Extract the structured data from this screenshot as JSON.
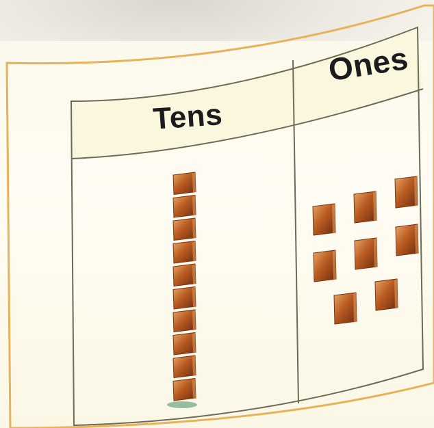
{
  "chart": {
    "tens_header": "Tens",
    "ones_header": "Ones"
  },
  "blocks": {
    "tens_rods": 1,
    "units_per_rod": 10,
    "ones_units": 8
  },
  "colors": {
    "block_dark": "#7a3413",
    "block_mid": "#b85a22",
    "block_light": "#e09a58",
    "frame_border": "#e6b25a",
    "grid_line": "#6f6a55",
    "header_fill": "#fbf7df"
  }
}
